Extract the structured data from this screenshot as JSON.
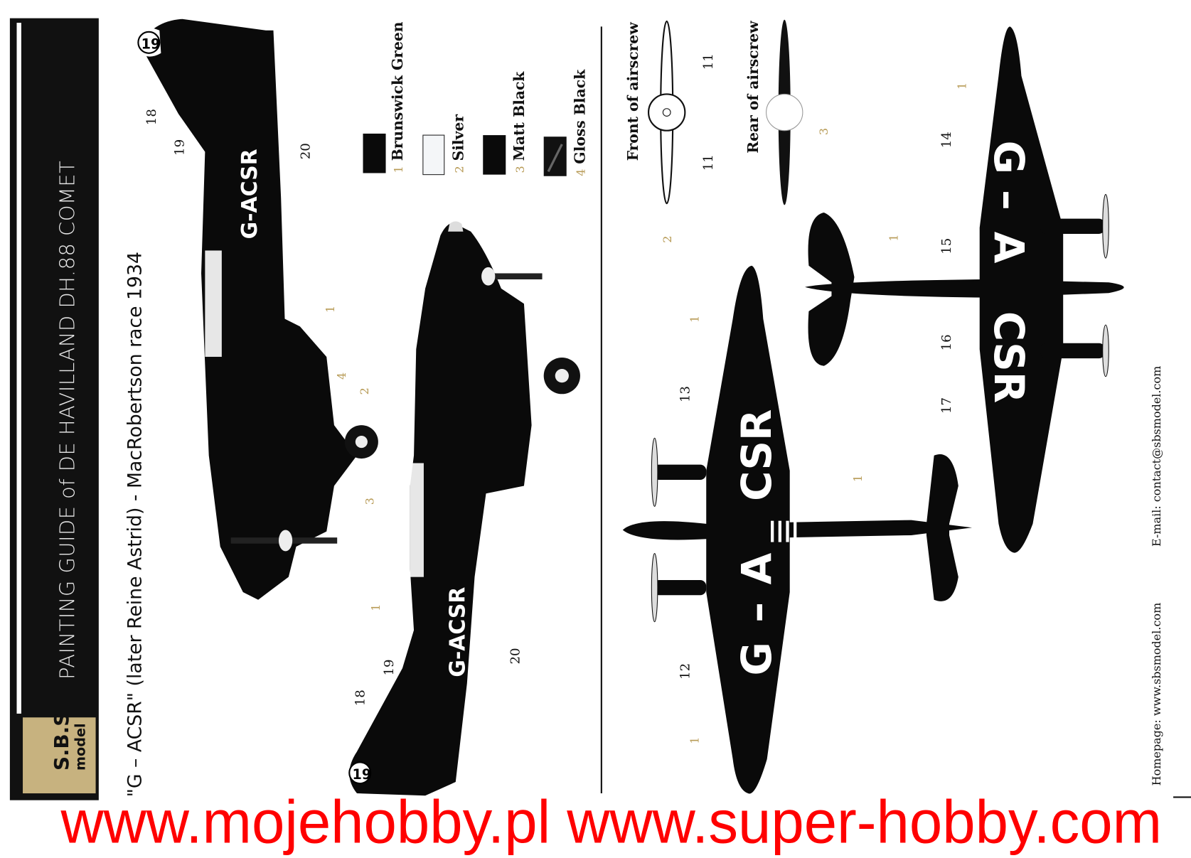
{
  "header": {
    "title": "PAINTING GUIDE of DE HAVILLAND DH.88 COMET",
    "logo_line1": "S.B.S",
    "logo_line2": "model",
    "subtitle": "\"G – ACSR\" (later Reine Astrid) - MacRobertson race 1934"
  },
  "aircraft": {
    "registration": "G-ACSR",
    "reg_parts": [
      "G",
      "–",
      "A",
      "CSR"
    ],
    "race_number": "19"
  },
  "legend": [
    {
      "num": "1",
      "label": "Brunswick Green",
      "color": "#0a0a0a"
    },
    {
      "num": "2",
      "label": "Silver",
      "color": "#f4f6f8"
    },
    {
      "num": "3",
      "label": "Matt Black",
      "color": "#0a0a0a"
    },
    {
      "num": "4",
      "label": "Gloss Black",
      "color": "#111111"
    }
  ],
  "airscrew": {
    "front_label": "Front of airscrew",
    "rear_label": "Rear of airscrew"
  },
  "callouts": {
    "c18": "18",
    "c19": "19",
    "c20": "20",
    "c11": "11",
    "c12": "12",
    "c13": "13",
    "c14": "14",
    "c15": "15",
    "c16": "16",
    "c17": "17",
    "p1": "1",
    "p2": "2",
    "p3": "3",
    "p4": "4"
  },
  "watermark": "www.mojehobby.pl www.super-hobby.com",
  "footer": {
    "homepage": "Homepage: www.sbsmodel.com",
    "email": "E-mail: contact@sbsmodel.com"
  }
}
